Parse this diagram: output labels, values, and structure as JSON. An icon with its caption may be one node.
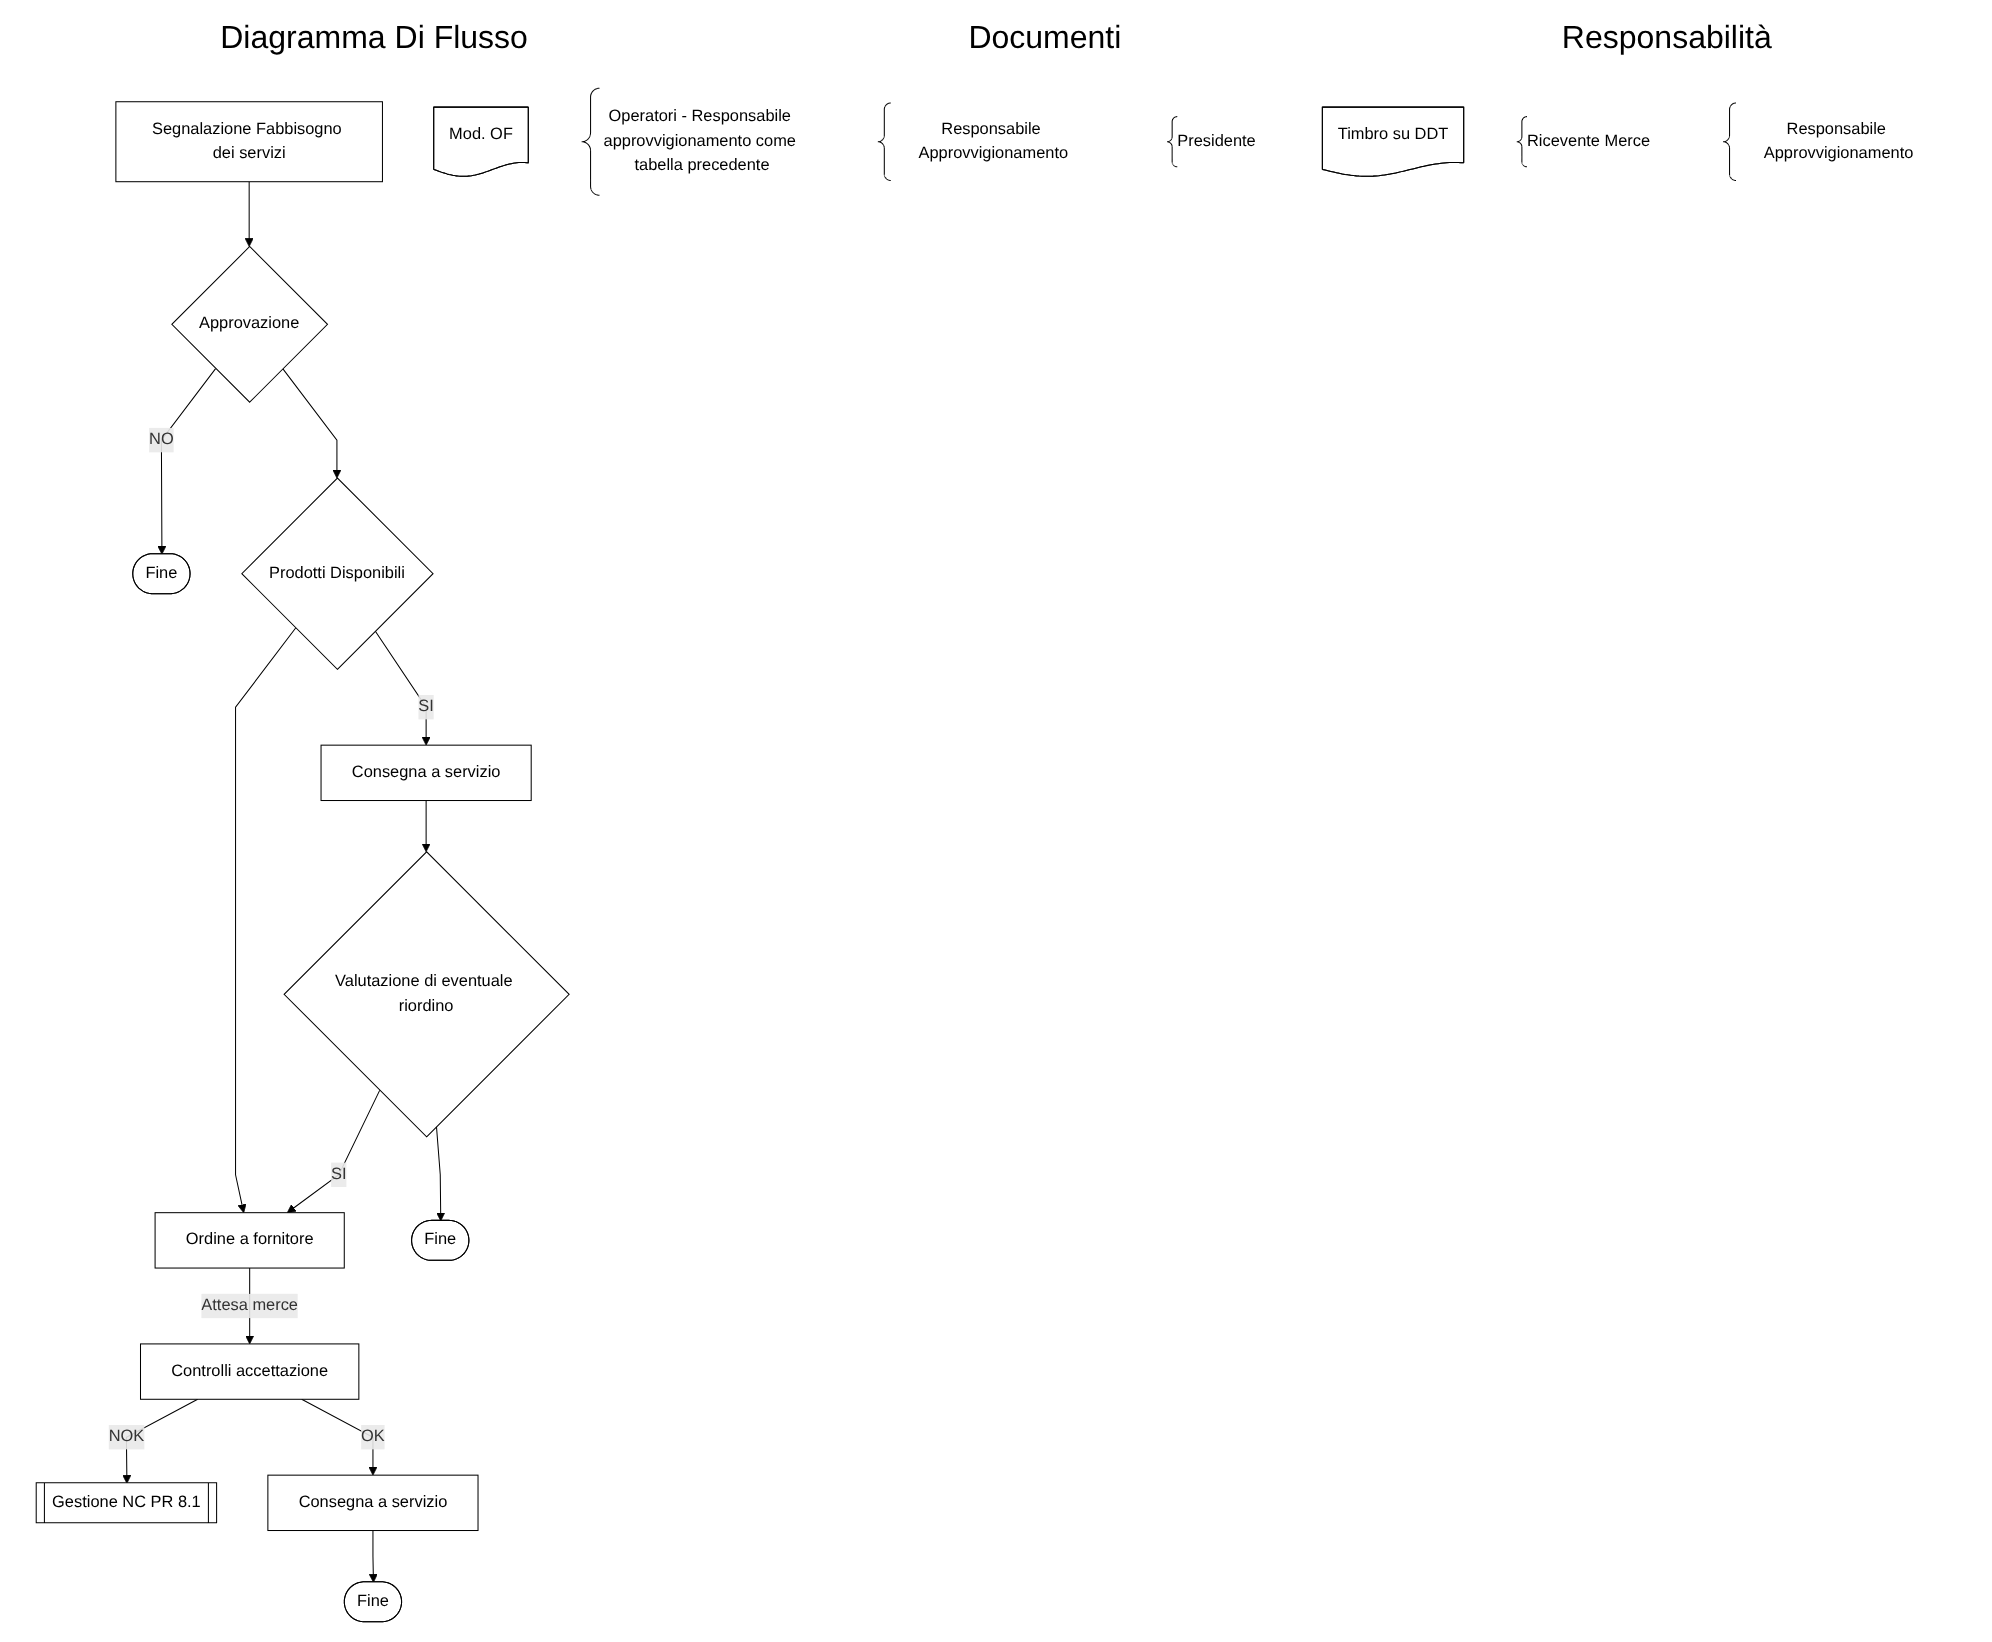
{
  "diagram": {
    "nodes": [
      {
        "text": [
          "Segnalazione Fabbisogno dei servizi"
        ]
      },
      {
        "text": [
          "Mod. OF"
        ]
      },
      {
        "text": [
          "Operatori - Responsabile approvvigionamento come tabella precedente"
        ]
      },
      {
        "text": [
          "Responsabile Approvvigionamento"
        ]
      },
      {
        "text": [
          "Approvazione"
        ]
      },
      {
        "text": [
          "Fine"
        ]
      },
      {
        "text": [
          "Prodotti Disponibili"
        ]
      },
      {
        "text": [
          "Consegna a servizio"
        ]
      },
      {
        "text": [
          "Ordine a fornitore"
        ]
      },
      {
        "text": [
          "Valutazione di eventuale riordino"
        ]
      },
      {
        "text": [
          "Presidente"
        ]
      },
      {
        "text": [
          "Fine"
        ]
      },
      {
        "text": [
          "Gestione NC PR 8.1"
        ]
      },
      {
        "text": [
          "Controlli accettazione"
        ]
      },
      {
        "text": [
          "Timbro su DDT"
        ]
      },
      {
        "text": [
          "Ricevente Merce"
        ]
      },
      {
        "text": [
          "Consegna a servizio"
        ]
      },
      {
        "text": [
          "Responsabile Approvvigionamento"
        ]
      },
      {
        "text": [
          "Fine"
        ]
      }
    ],
    "edges": [
      {
        "from": 0,
        "to": 4,
        "arrow": "to"
      },
      {
        "from": 4,
        "to": 5,
        "label": "NO",
        "arrow": "to"
      },
      {
        "from": 4,
        "to": 6,
        "arrow": "to"
      },
      {
        "from": 6,
        "to": 7,
        "label": "SI",
        "arrow": "to"
      },
      {
        "from": 6,
        "to": 8,
        "arrow": "to"
      },
      {
        "from": 7,
        "to": 9,
        "arrow": "to"
      },
      {
        "from": 9,
        "to": 8,
        "label": "SI",
        "arrow": "to"
      },
      {
        "from": 9,
        "to": 11,
        "arrow": "to"
      },
      {
        "from": 8,
        "to": 13,
        "label": "Attesa merce",
        "arrow": "to"
      },
      {
        "from": 13,
        "to": 12,
        "label": "NOK",
        "arrow": "to"
      },
      {
        "from": 13,
        "to": 16,
        "label": "OK",
        "arrow": "to"
      },
      {
        "from": 16,
        "to": 18,
        "arrow": "to"
      }
    ],
    "labels": [
      "Diagramma Di Flusso",
      "Documenti",
      "Responsabilità"
    ]
  }
}
